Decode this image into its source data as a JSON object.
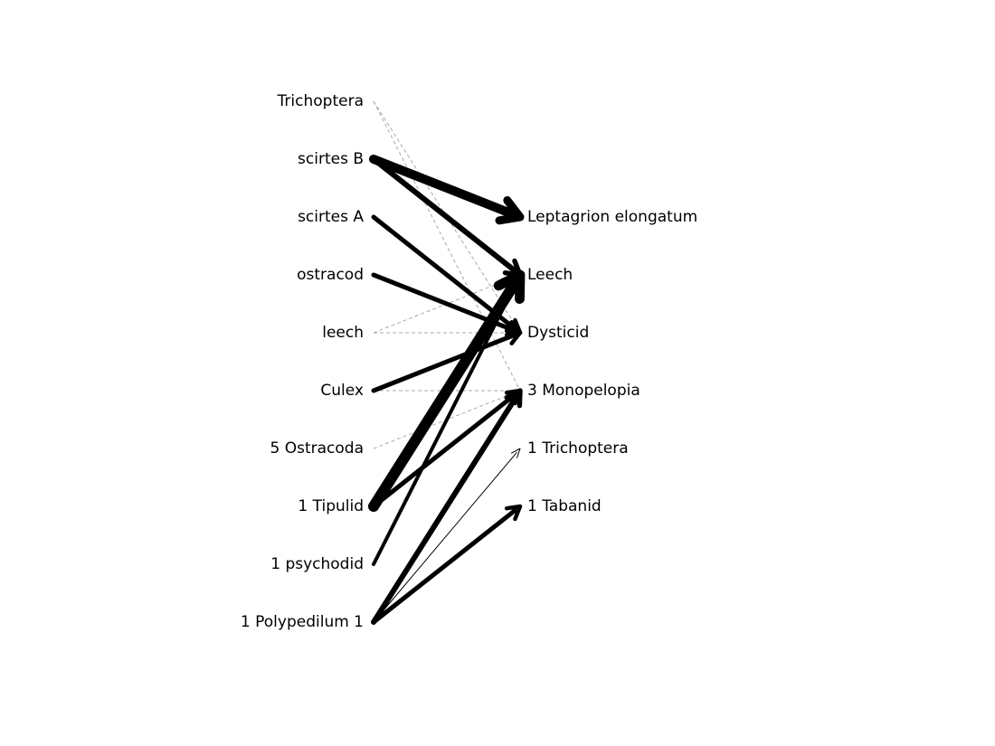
{
  "diagram": {
    "type": "bipartite-weighted-network",
    "line_color": "#000000",
    "dashed_line_color": "#aaaaaa",
    "background": "#ffffff",
    "sources": [
      "Trichoptera",
      "scirtes B",
      "scirtes A",
      "ostracod",
      "leech",
      "Culex",
      "5 Ostracoda",
      "1 Tipulid",
      "1 psychodid",
      "1 Polypedilum 1"
    ],
    "targets": [
      "Leptagrion elongatum",
      "Leech",
      "Dysticid",
      "3 Monopelopia",
      "1 Trichoptera",
      "1 Tabanid"
    ],
    "edges": [
      {
        "from": 1,
        "to": 0,
        "weight": 10,
        "style": "solid"
      },
      {
        "from": 1,
        "to": 1,
        "weight": 6,
        "style": "solid"
      },
      {
        "from": 2,
        "to": 2,
        "weight": 5,
        "style": "solid"
      },
      {
        "from": 3,
        "to": 2,
        "weight": 5,
        "style": "solid"
      },
      {
        "from": 5,
        "to": 2,
        "weight": 5,
        "style": "solid"
      },
      {
        "from": 7,
        "to": 1,
        "weight": 12,
        "style": "solid"
      },
      {
        "from": 7,
        "to": 3,
        "weight": 5,
        "style": "solid"
      },
      {
        "from": 8,
        "to": 1,
        "weight": 4,
        "style": "solid"
      },
      {
        "from": 9,
        "to": 3,
        "weight": 6,
        "style": "solid"
      },
      {
        "from": 9,
        "to": 4,
        "weight": 1,
        "style": "solid"
      },
      {
        "from": 9,
        "to": 5,
        "weight": 5,
        "style": "solid"
      },
      {
        "from": 0,
        "to": 2,
        "weight": 1,
        "style": "dashed"
      },
      {
        "from": 0,
        "to": 3,
        "weight": 1,
        "style": "dashed"
      },
      {
        "from": 4,
        "to": 1,
        "weight": 1,
        "style": "dashed"
      },
      {
        "from": 4,
        "to": 2,
        "weight": 1,
        "style": "dashed"
      },
      {
        "from": 5,
        "to": 3,
        "weight": 1,
        "style": "dashed"
      },
      {
        "from": 6,
        "to": 3,
        "weight": 1,
        "style": "dashed"
      }
    ]
  }
}
